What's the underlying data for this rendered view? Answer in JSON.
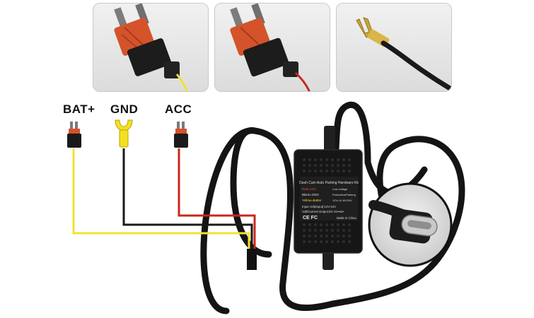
{
  "labels": {
    "bat": "BAT+",
    "gnd": "GND",
    "acc": "ACC"
  },
  "module_text": {
    "title": "Dash Cam Auto Parking Hardware Kit",
    "red_line": "Red=ACC",
    "black_line": "Black=GND",
    "yellow_line": "Yellow=Batter",
    "note1": "Low voltage",
    "note2": "Protection/Parking",
    "note3": "12V=11.8V/24V",
    "input": "Input Volt(Input):12V-24V",
    "output": "Volt/Current Output:DC 5V⎓3A",
    "made_in": "Made in China",
    "marks": "CE FC"
  },
  "colors": {
    "wire_red": "#c8281e",
    "wire_black": "#1a1a1a",
    "wire_yellow": "#f2e235",
    "fuse_orange": "#d4532a",
    "spade_yellow": "#f5e020"
  }
}
